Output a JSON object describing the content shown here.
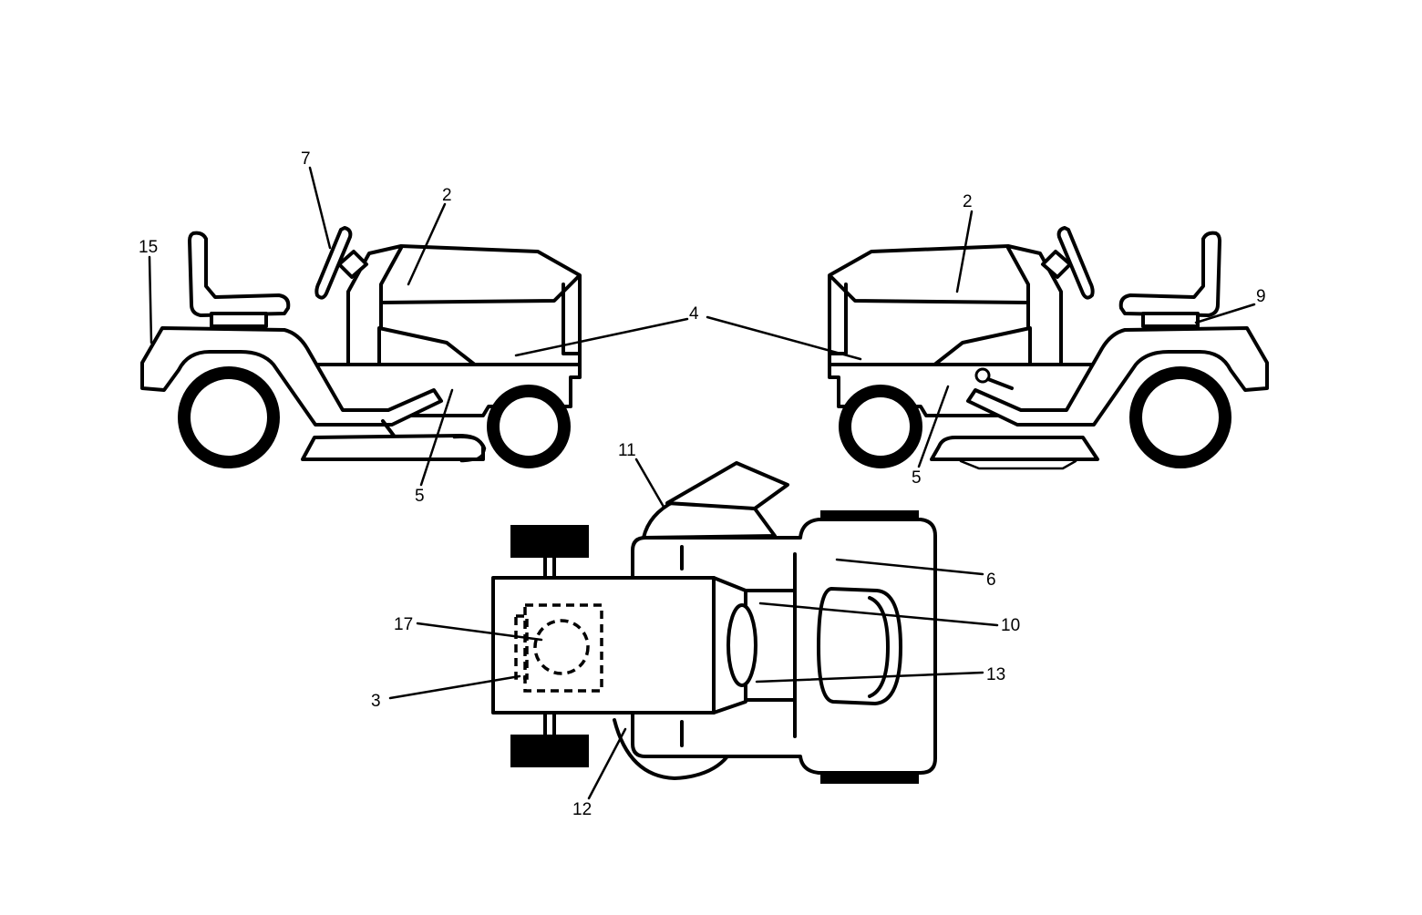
{
  "callouts": {
    "c7": "7",
    "c2_left": "2",
    "c15": "15",
    "c4": "4",
    "c5_left": "5",
    "c2_right": "2",
    "c9": "9",
    "c5_right": "5",
    "c11": "11",
    "c6": "6",
    "c17": "17",
    "c10": "10",
    "c13": "13",
    "c3": "3",
    "c12": "12"
  },
  "colors": {
    "line": "#000000",
    "background": "#ffffff"
  }
}
